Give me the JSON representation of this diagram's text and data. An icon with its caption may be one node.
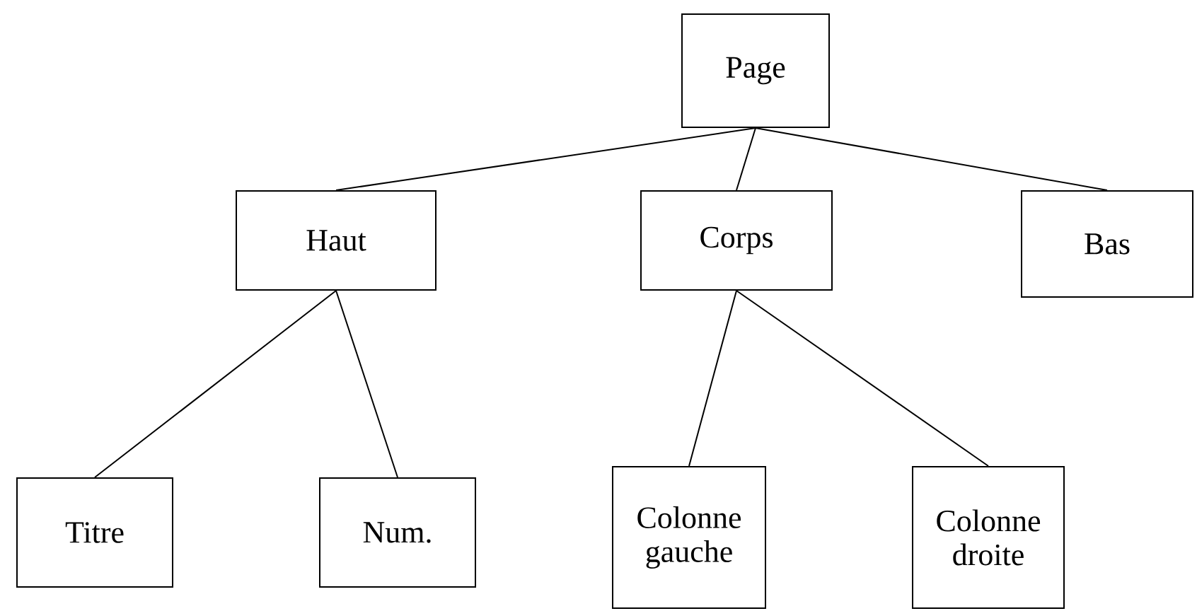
{
  "diagram": {
    "nodes": [
      {
        "text": [
          "Page"
        ]
      },
      {
        "text": [
          "Haut"
        ]
      },
      {
        "text": [
          "Corps"
        ]
      },
      {
        "text": [
          "Bas"
        ]
      },
      {
        "text": [
          "Titre"
        ]
      },
      {
        "text": [
          "Num."
        ]
      },
      {
        "text": [
          "Colonne gauche"
        ]
      },
      {
        "text": [
          "Colonne droite"
        ]
      }
    ],
    "edges": [
      {
        "from": 0,
        "to": 1,
        "arrow": "none"
      },
      {
        "from": 0,
        "to": 2,
        "arrow": "none"
      },
      {
        "from": 0,
        "to": 3,
        "arrow": "none"
      },
      {
        "from": 1,
        "to": 4,
        "arrow": "none"
      },
      {
        "from": 1,
        "to": 5,
        "arrow": "none"
      },
      {
        "from": 2,
        "to": 6,
        "arrow": "none"
      },
      {
        "from": 2,
        "to": 7,
        "arrow": "none"
      }
    ]
  }
}
